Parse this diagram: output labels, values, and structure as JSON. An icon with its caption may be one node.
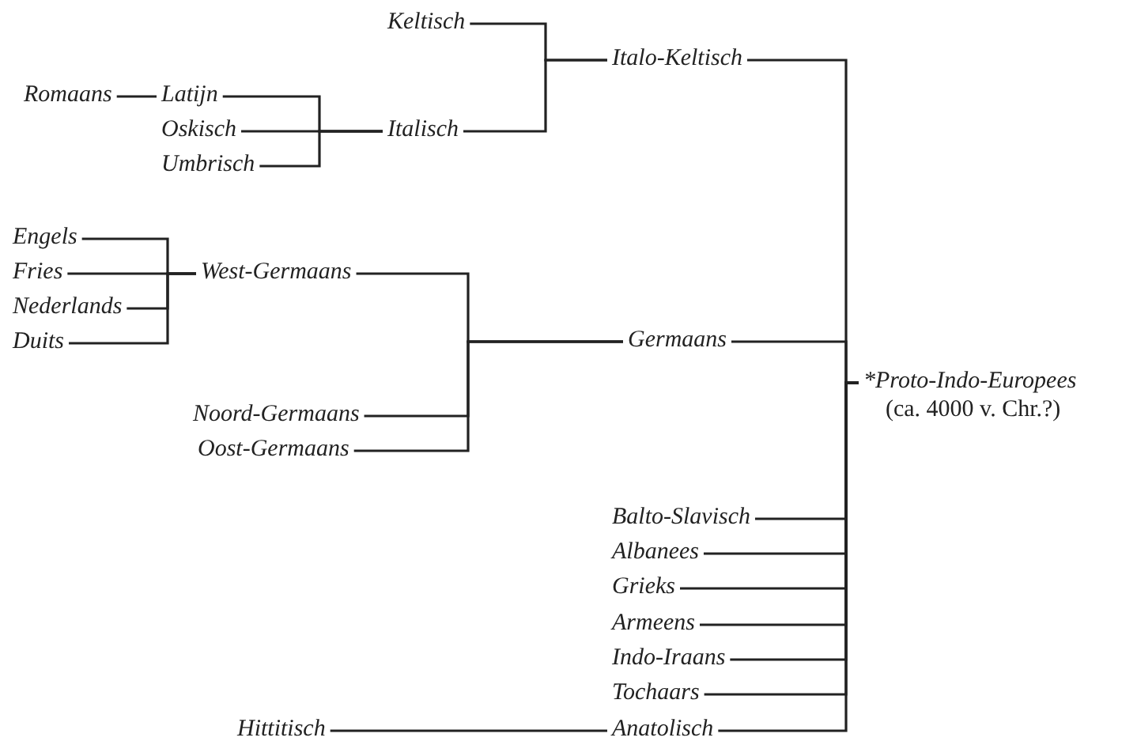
{
  "diagram": {
    "nodes": [
      {
        "text": [
          "Keltisch"
        ]
      },
      {
        "text": [
          "Italo-Keltisch"
        ]
      },
      {
        "text": [
          "Romaans"
        ]
      },
      {
        "text": [
          "Latijn"
        ]
      },
      {
        "text": [
          "Oskisch"
        ]
      },
      {
        "text": [
          "Italisch"
        ]
      },
      {
        "text": [
          "Umbrisch"
        ]
      },
      {
        "text": [
          "Engels"
        ]
      },
      {
        "text": [
          "Fries"
        ]
      },
      {
        "text": [
          "West-Germaans"
        ]
      },
      {
        "text": [
          "Nederlands"
        ]
      },
      {
        "text": [
          "Duits"
        ]
      },
      {
        "text": [
          "Germaans"
        ]
      },
      {
        "text": [
          "*Proto-Indo-Europees",
          "(ca. 4000 v. Chr.?)"
        ]
      },
      {
        "text": [
          "Noord-Germaans"
        ]
      },
      {
        "text": [
          "Oost-Germaans"
        ]
      },
      {
        "text": [
          "Balto-Slavisch"
        ]
      },
      {
        "text": [
          "Albanees"
        ]
      },
      {
        "text": [
          "Grieks"
        ]
      },
      {
        "text": [
          "Armeens"
        ]
      },
      {
        "text": [
          "Indo-Iraans"
        ]
      },
      {
        "text": [
          "Tochaars"
        ]
      },
      {
        "text": [
          "Hittitisch"
        ]
      },
      {
        "text": [
          "Anatolisch"
        ]
      }
    ],
    "edges": [
      {
        "from": 0,
        "to": 1,
        "arrow": "none"
      },
      {
        "from": 5,
        "to": 1,
        "arrow": "none"
      },
      {
        "from": 3,
        "to": 5,
        "arrow": "none"
      },
      {
        "from": 4,
        "to": 5,
        "arrow": "none"
      },
      {
        "from": 6,
        "to": 5,
        "arrow": "none"
      },
      {
        "from": 2,
        "to": 3,
        "arrow": "none"
      },
      {
        "from": 7,
        "to": 9,
        "arrow": "none"
      },
      {
        "from": 8,
        "to": 9,
        "arrow": "none"
      },
      {
        "from": 10,
        "to": 9,
        "arrow": "none"
      },
      {
        "from": 11,
        "to": 9,
        "arrow": "none"
      },
      {
        "from": 9,
        "to": 12,
        "arrow": "none"
      },
      {
        "from": 14,
        "to": 12,
        "arrow": "none"
      },
      {
        "from": 15,
        "to": 12,
        "arrow": "none"
      },
      {
        "from": 1,
        "to": 13,
        "arrow": "none"
      },
      {
        "from": 12,
        "to": 13,
        "arrow": "none"
      },
      {
        "from": 16,
        "to": 13,
        "arrow": "none"
      },
      {
        "from": 17,
        "to": 13,
        "arrow": "none"
      },
      {
        "from": 18,
        "to": 13,
        "arrow": "none"
      },
      {
        "from": 19,
        "to": 13,
        "arrow": "none"
      },
      {
        "from": 20,
        "to": 13,
        "arrow": "none"
      },
      {
        "from": 21,
        "to": 13,
        "arrow": "none"
      },
      {
        "from": 23,
        "to": 13,
        "arrow": "none"
      },
      {
        "from": 22,
        "to": 23,
        "arrow": "none"
      }
    ]
  }
}
